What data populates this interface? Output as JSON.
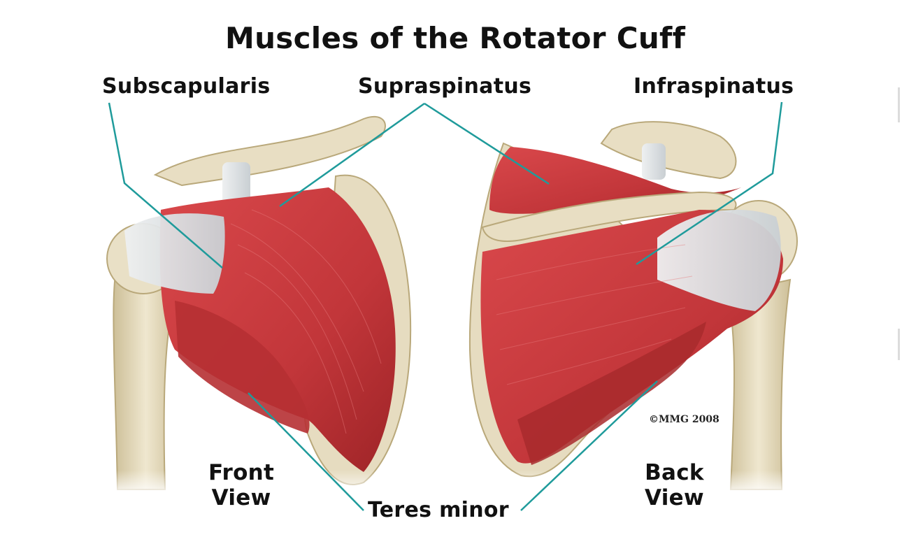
{
  "title": "Muscles of the Rotator Cuff",
  "labels": {
    "subscapularis": "Subscapularis",
    "supraspinatus": "Supraspinatus",
    "infraspinatus": "Infraspinatus",
    "teres_minor": "Teres minor"
  },
  "views": {
    "front_line1": "Front",
    "front_line2": "View",
    "back_line1": "Back",
    "back_line2": "View"
  },
  "copyright": "©MMG 2008",
  "colors": {
    "muscle": "#c8383c",
    "muscle_dark": "#9e2427",
    "bone": "#e6dcc0",
    "bone_shade": "#c9b98f",
    "tendon": "#dfe3e6",
    "leader_line": "#1f9b9b"
  }
}
